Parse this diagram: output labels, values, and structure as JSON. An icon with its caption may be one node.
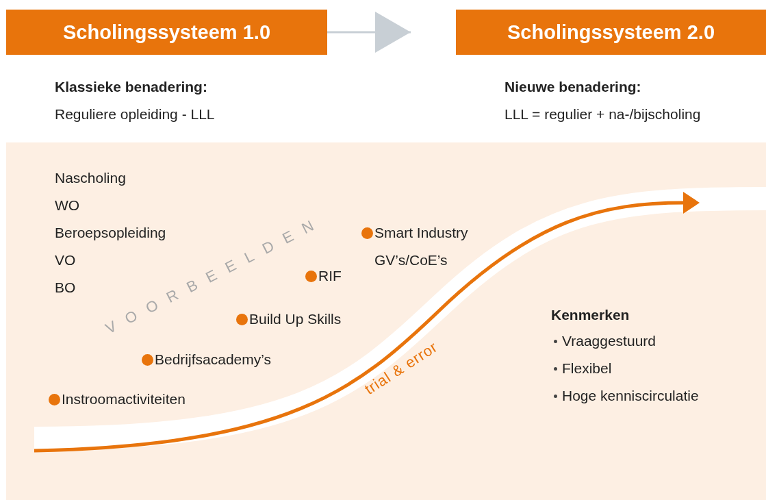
{
  "diagram": {
    "nodes": [
      {
        "text": [
          "Scholingssysteem 1.0"
        ]
      },
      {
        "text": [
          "Scholingssysteem 2.0"
        ]
      }
    ],
    "edges": [
      {
        "from": 0,
        "to": 1,
        "arrow": "to"
      }
    ],
    "labels": [
      "Klassieke benadering:",
      "Reguliere opleiding - LLL",
      "Nieuwe benadering:",
      "LLL = regulier + na-/bijscholing",
      "Nascholing",
      "WO",
      "Beroepsopleiding",
      "VO",
      "BO",
      "VOORBEELDEN",
      "Smart Industry",
      "GV’s/CoE’s",
      "RIF",
      "Build Up Skills",
      "Bedrijfsacademy’s",
      "Instroomactiviteiten",
      "trial & error",
      "Kenmerken",
      "Vraaggestuurd",
      "Flexibel",
      "Hoge kenniscirculatie"
    ]
  }
}
